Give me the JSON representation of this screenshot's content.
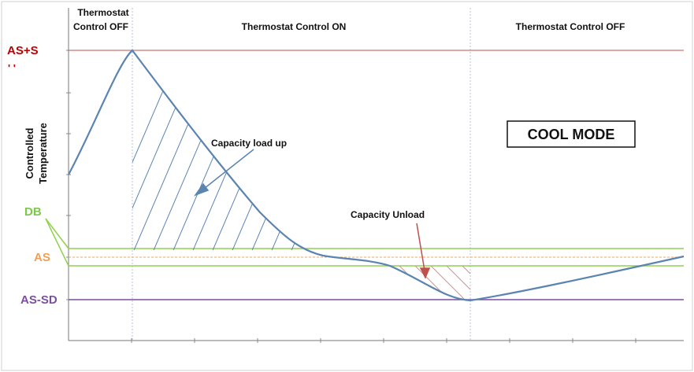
{
  "regions": {
    "left_line1": "Thermostat",
    "left_line2": "Control OFF",
    "middle": "Thermostat Control ON",
    "right": "Thermostat Control OFF"
  },
  "y_axis_label_line1": "Controlled",
  "y_axis_label_line2": "Temperature",
  "levels": {
    "as_plus_s": "AS+S",
    "as_plus_s_mark": "' '",
    "db": "DB",
    "as": "AS",
    "as_minus_sd": "AS-SD"
  },
  "annotations": {
    "load_up": "Capacity load up",
    "unload": "Capacity Unload"
  },
  "mode_box": "COOL MODE",
  "colors": {
    "curve": "#5b84b1",
    "as_plus_s_line": "#c0504d",
    "db_band": "#92d050",
    "as_line": "#f4a460",
    "as_sd_line": "#7b4fa0",
    "label_red": "#c00000",
    "label_green": "#7cc94a",
    "label_orange": "#f0a050",
    "label_purple": "#7b4fa0",
    "unload_arrow": "#c0504d"
  }
}
